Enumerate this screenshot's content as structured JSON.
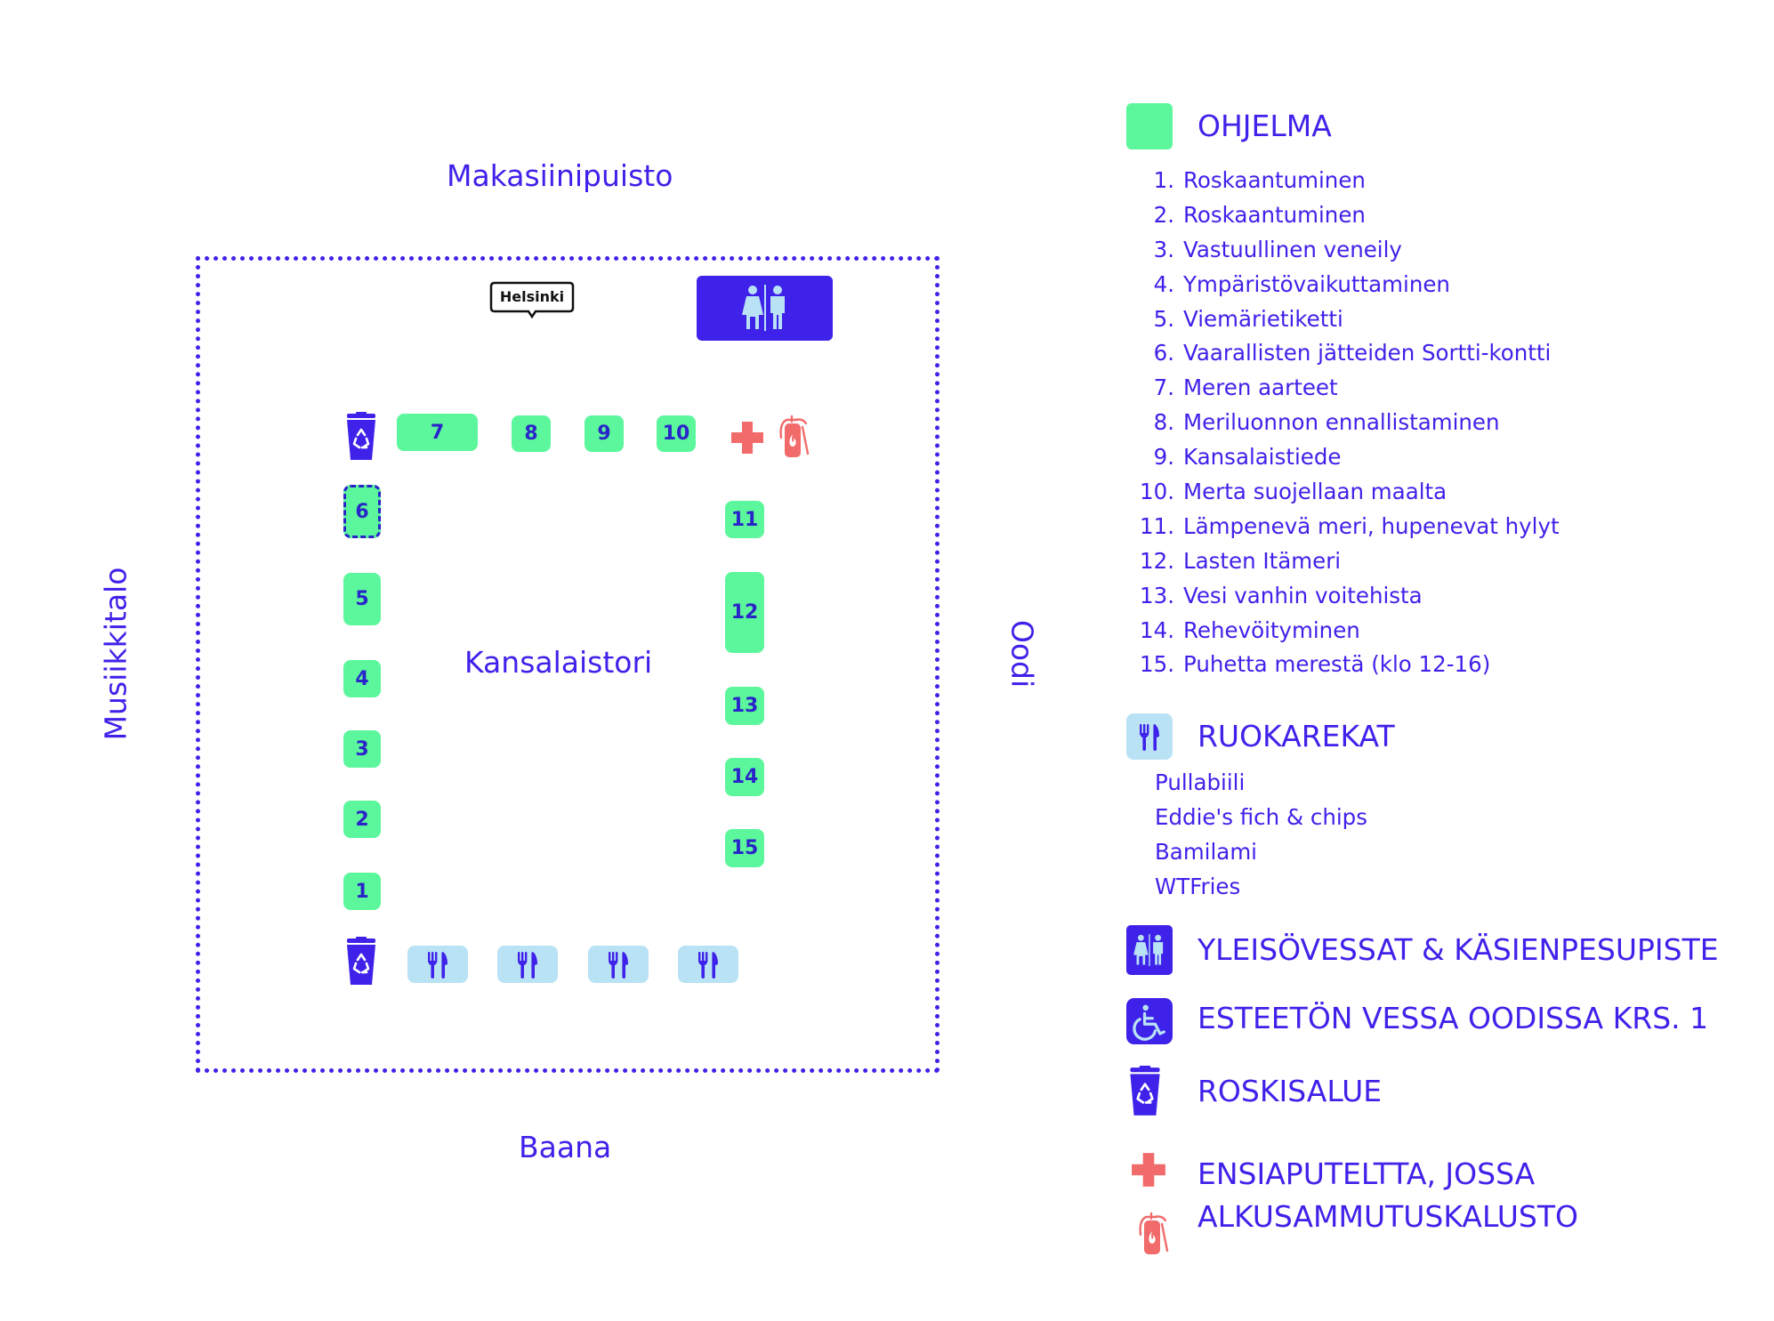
{
  "map": {
    "labels": {
      "north": "Makasiinipuisto",
      "south": "Baana",
      "west": "Musiikkitalo",
      "east": "Oodi",
      "center": "Kansalaistori"
    },
    "helsinki_logo": "Helsinki",
    "stands": [
      {
        "number": "1"
      },
      {
        "number": "2"
      },
      {
        "number": "3"
      },
      {
        "number": "4"
      },
      {
        "number": "5"
      },
      {
        "number": "6"
      },
      {
        "number": "7"
      },
      {
        "number": "8"
      },
      {
        "number": "9"
      },
      {
        "number": "10"
      },
      {
        "number": "11"
      },
      {
        "number": "12"
      },
      {
        "number": "13"
      },
      {
        "number": "14"
      },
      {
        "number": "15"
      }
    ]
  },
  "legend": {
    "ohjelma": {
      "title": "OHJELMA",
      "items": [
        {
          "num": "1.",
          "text": "Roskaantuminen"
        },
        {
          "num": "2.",
          "text": "Roskaantuminen"
        },
        {
          "num": "3.",
          "text": "Vastuullinen veneily"
        },
        {
          "num": "4.",
          "text": "Ympäristövaikuttaminen"
        },
        {
          "num": "5.",
          "text": "Viemärietiketti"
        },
        {
          "num": "6.",
          "text": "Vaarallisten jätteiden Sortti-kontti"
        },
        {
          "num": "7.",
          "text": "Meren aarteet"
        },
        {
          "num": "8.",
          "text": "Meriluonnon ennallistaminen"
        },
        {
          "num": "9.",
          "text": "Kansalaistiede"
        },
        {
          "num": "10.",
          "text": "Merta suojellaan maalta"
        },
        {
          "num": "11.",
          "text": "Lämpenevä meri, hupenevat hylyt"
        },
        {
          "num": "12.",
          "text": "Lasten Itämeri"
        },
        {
          "num": "13.",
          "text": "Vesi vanhin voitehista"
        },
        {
          "num": "14.",
          "text": "Rehevöityminen"
        },
        {
          "num": "15.",
          "text": "Puhetta merestä (klo 12-16)"
        }
      ]
    },
    "ruokarekat": {
      "title": "RUOKAREKAT",
      "items": [
        "Pullabiili",
        "Eddie's fich & chips",
        "Bamilami",
        "WTFries"
      ]
    },
    "vessat": "YLEISÖVESSAT & KÄSIENPESUPISTE",
    "esteeton": "ESTEETÖN VESSA OODISSA KRS. 1",
    "roskis": "ROSKISALUE",
    "ensiapu_line1": "ENSIAPUTELTTA, JOSSA",
    "ensiapu_line2": "ALKUSAMMUTUSKALUSTO"
  },
  "colors": {
    "primary": "#3f22ea",
    "stand_green": "#5cf79c",
    "food_blue": "#b9e3f5",
    "red": "#f26b6b"
  },
  "icons": [
    "recycle-bin-icon",
    "food-truck-icon",
    "toilet-icon",
    "first-aid-icon",
    "fire-extinguisher-icon",
    "wheelchair-icon"
  ]
}
